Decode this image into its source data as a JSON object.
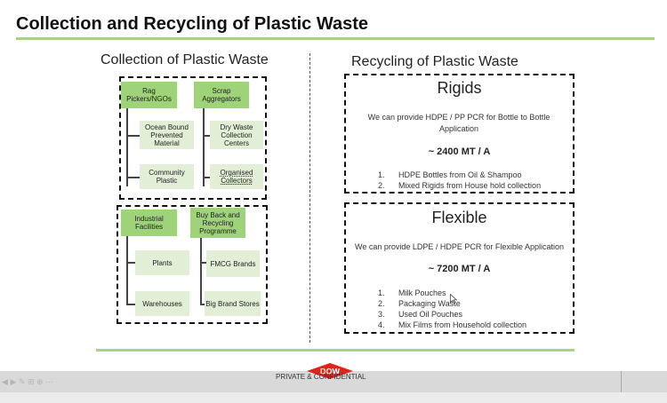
{
  "slide": {
    "title": "Collection and Recycling of Plastic Waste",
    "footer_text": "PRIVATE & CONFIDENTIAL",
    "logo_text": "DOW",
    "accent_color": "#a9d18e",
    "logo_color": "#e2231a"
  },
  "collection": {
    "heading": "Collection of Plastic Waste",
    "group1": {
      "left_head": "Rag Pickers/NGOs",
      "right_head": "Scrap Aggregators",
      "left_items": [
        "Ocean Bound Prevented Material",
        "Community Plastic"
      ],
      "right_items": [
        "Dry Waste Collection Centers",
        "Organised Collectors"
      ]
    },
    "group2": {
      "left_head": "Industrial Facilities",
      "right_head": "Buy Back and Recycling Programme",
      "left_items": [
        "Plants",
        "Warehouses"
      ],
      "right_items": [
        "FMCG Brands",
        "Big Brand Stores"
      ]
    }
  },
  "recycling": {
    "heading": "Recycling of Plastic Waste",
    "rigids": {
      "title": "Rigids",
      "description": "We can provide HDPE / PP PCR for Bottle to Bottle Application",
      "volume": "~ 2400 MT / A",
      "items": [
        {
          "num": "1.",
          "text": "HDPE Bottles from Oil & Shampoo"
        },
        {
          "num": "2.",
          "text": "Mixed Rigids from House hold collection"
        }
      ]
    },
    "flexible": {
      "title": "Flexible",
      "description": "We can provide LDPE / HDPE PCR for Flexible Application",
      "volume": "~ 7200 MT / A",
      "items": [
        {
          "num": "1.",
          "text": "Milk Pouches"
        },
        {
          "num": "2.",
          "text": "Packaging Waste"
        },
        {
          "num": "3.",
          "text": "Used Oil Pouches"
        },
        {
          "num": "4.",
          "text": "Mix Films from Household collection"
        }
      ]
    }
  },
  "player_controls": {
    "icons": [
      "prev-icon",
      "next-icon",
      "pen-icon",
      "view-icon",
      "zoom-icon",
      "more-icon"
    ]
  }
}
